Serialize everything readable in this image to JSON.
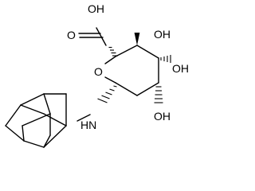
{
  "molecule": {
    "labels": {
      "carboxyl_oh": "OH",
      "carbonyl_o": "O",
      "ring_o": "O",
      "c3_oh": "OH",
      "c4_oh": "OH",
      "c5_oh": "OH",
      "amine_nh": "N",
      "amine_h": "H"
    }
  }
}
